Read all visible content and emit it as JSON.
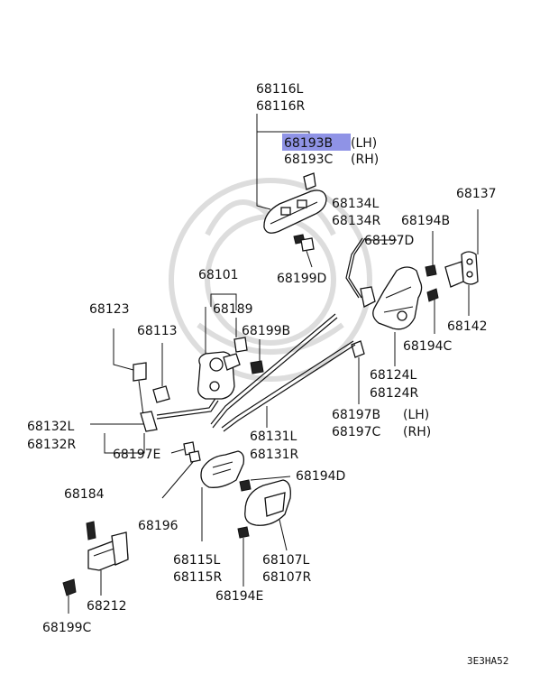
{
  "figure_code": "3E3HA52",
  "highlight_color": "#8f93e6",
  "labels": {
    "p68116L": "68116L",
    "p68116R": "68116R",
    "p68193B": "68193B",
    "lh": "(LH)",
    "p68193C": "68193C",
    "rh": "(RH)",
    "p68134L": "68134L",
    "p68134R": "68134R",
    "p68137": "68137",
    "p68194B": "68194B",
    "p68197D": "68197D",
    "p68199D": "68199D",
    "p68101": "68101",
    "p68189": "68189",
    "p68199B": "68199B",
    "p68123": "68123",
    "p68113": "68113",
    "p68142": "68142",
    "p68194C": "68194C",
    "p68124L": "68124L",
    "p68124R": "68124R",
    "p68197B": "68197B",
    "lh2": "(LH)",
    "p68197C": "68197C",
    "rh2": "(RH)",
    "p68132L": "68132L",
    "p68132R": "68132R",
    "p68197E": "68197E",
    "p68131L": "68131L",
    "p68131R": "68131R",
    "p68194D": "68194D",
    "p68184": "68184",
    "p68196": "68196",
    "p68115L": "68115L",
    "p68115R": "68115R",
    "p68107L": "68107L",
    "p68107R": "68107R",
    "p68194E": "68194E",
    "p68212": "68212",
    "p68199C": "68199C"
  }
}
